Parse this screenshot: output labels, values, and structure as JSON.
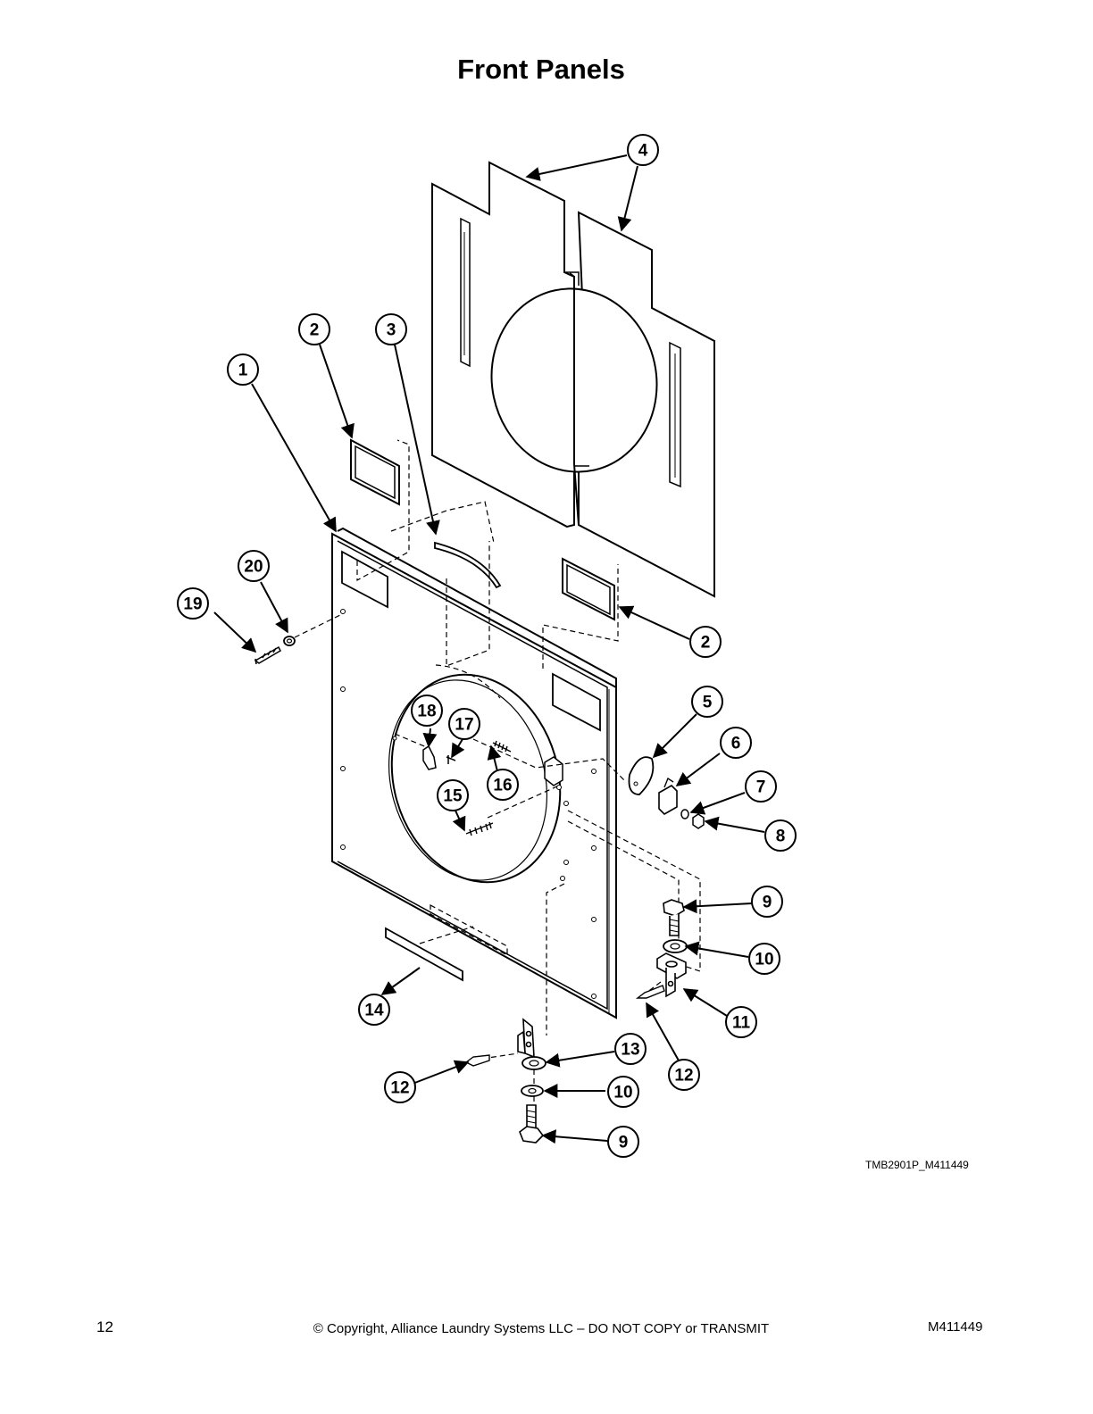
{
  "page": {
    "title": "Front Panels",
    "reference_code": "TMB2901P_M411449",
    "page_number": "12",
    "copyright": "© Copyright, Alliance Laundry Systems LLC – DO NOT COPY or TRANSMIT",
    "model": "M411449"
  },
  "callouts": [
    {
      "label": "1"
    },
    {
      "label": "2"
    },
    {
      "label": "3"
    },
    {
      "label": "20"
    },
    {
      "label": "19"
    },
    {
      "label": "4"
    },
    {
      "label": "2"
    },
    {
      "label": "5"
    },
    {
      "label": "6"
    },
    {
      "label": "7"
    },
    {
      "label": "8"
    },
    {
      "label": "18"
    },
    {
      "label": "17"
    },
    {
      "label": "16"
    },
    {
      "label": "15"
    },
    {
      "label": "9"
    },
    {
      "label": "10"
    },
    {
      "label": "11"
    },
    {
      "label": "12"
    },
    {
      "label": "14"
    },
    {
      "label": "13"
    },
    {
      "label": "10"
    },
    {
      "label": "12"
    },
    {
      "label": "9"
    }
  ]
}
